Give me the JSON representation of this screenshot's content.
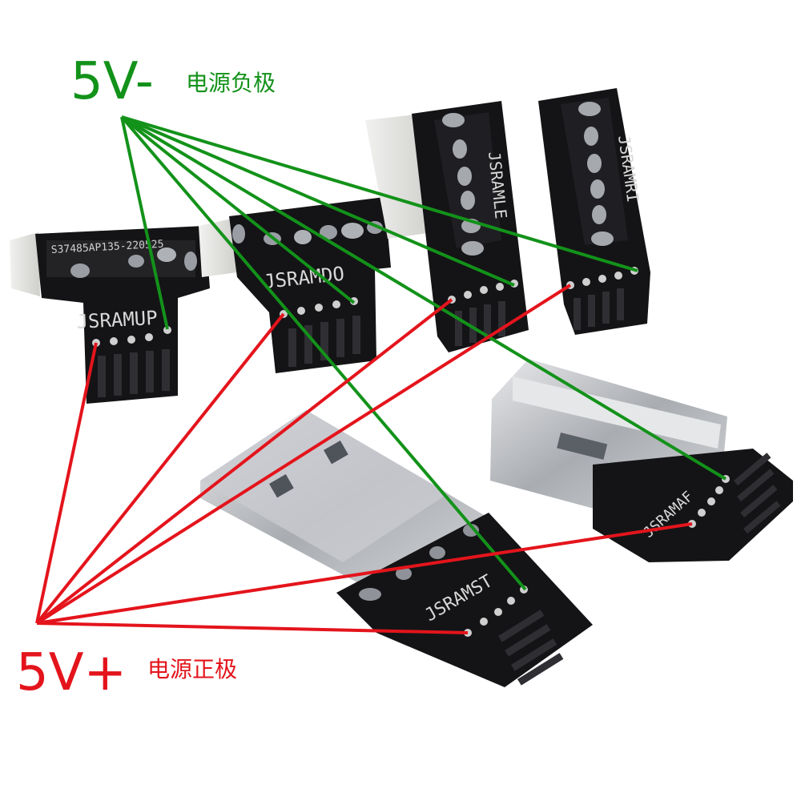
{
  "labels": {
    "negative": {
      "voltage": "5V-",
      "caption": "电源负极",
      "color": "#13921a"
    },
    "positive": {
      "voltage": "5V+",
      "caption": "电源正极",
      "color": "#e4141c"
    }
  },
  "boards": [
    {
      "id": "mup",
      "silk": "JSRAMUP",
      "top_code": "S37485AP135-220525"
    },
    {
      "id": "mdo",
      "silk": "JSRAMDO"
    },
    {
      "id": "mle",
      "silk": "JSRAMLE"
    },
    {
      "id": "mri",
      "silk": "JSRAMRI"
    },
    {
      "id": "mst",
      "silk": "JSRAMST"
    },
    {
      "id": "maf",
      "silk": "JSRAMAF"
    }
  ],
  "colors": {
    "pcb": "#141416",
    "pad": "#cfcfcf",
    "metal": "#b9bcc0",
    "shadow": "#e9e9e9"
  }
}
